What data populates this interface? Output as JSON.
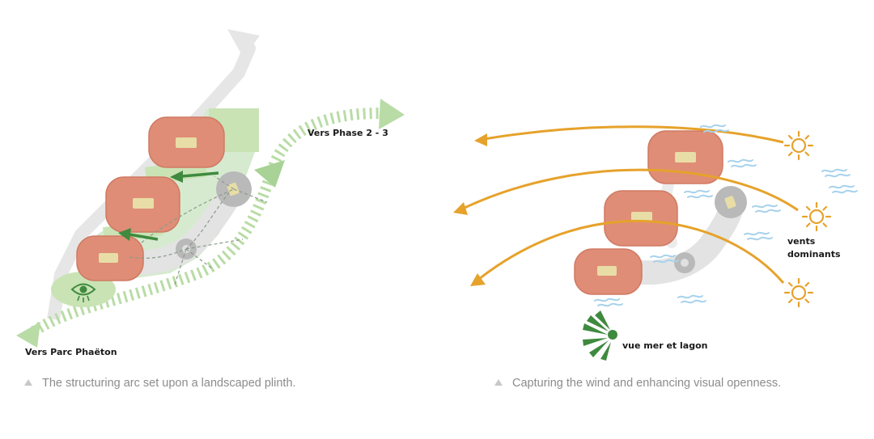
{
  "left_diagram": {
    "label_phase": "Vers Phase 2 - 3",
    "label_parc": "Vers Parc Phaëton",
    "caption": "The structuring arc set upon a landscaped plinth."
  },
  "right_diagram": {
    "label_winds": [
      "vents",
      "dominants"
    ],
    "label_view": "vue mer et lagon",
    "caption": "Capturing the wind and enhancing visual openness."
  },
  "icons": {
    "eye": "eye-icon",
    "sun": "sun-icon",
    "wind": "wind-gust-icon",
    "view": "view-fan-icon"
  },
  "colors": {
    "building": "#df8d76",
    "building_stroke": "#d07a63",
    "roof": "#e8dda6",
    "landscape": "#c9e3b5",
    "landscape_dark": "#a8d296",
    "green_arrow": "#3f8a3f",
    "path_grey": "#e3e3e3",
    "tower_grey": "#b9b9b9",
    "sun": "#e6a22b",
    "wind": "#a8d2ec",
    "caption_text": "#8c8c8c"
  }
}
